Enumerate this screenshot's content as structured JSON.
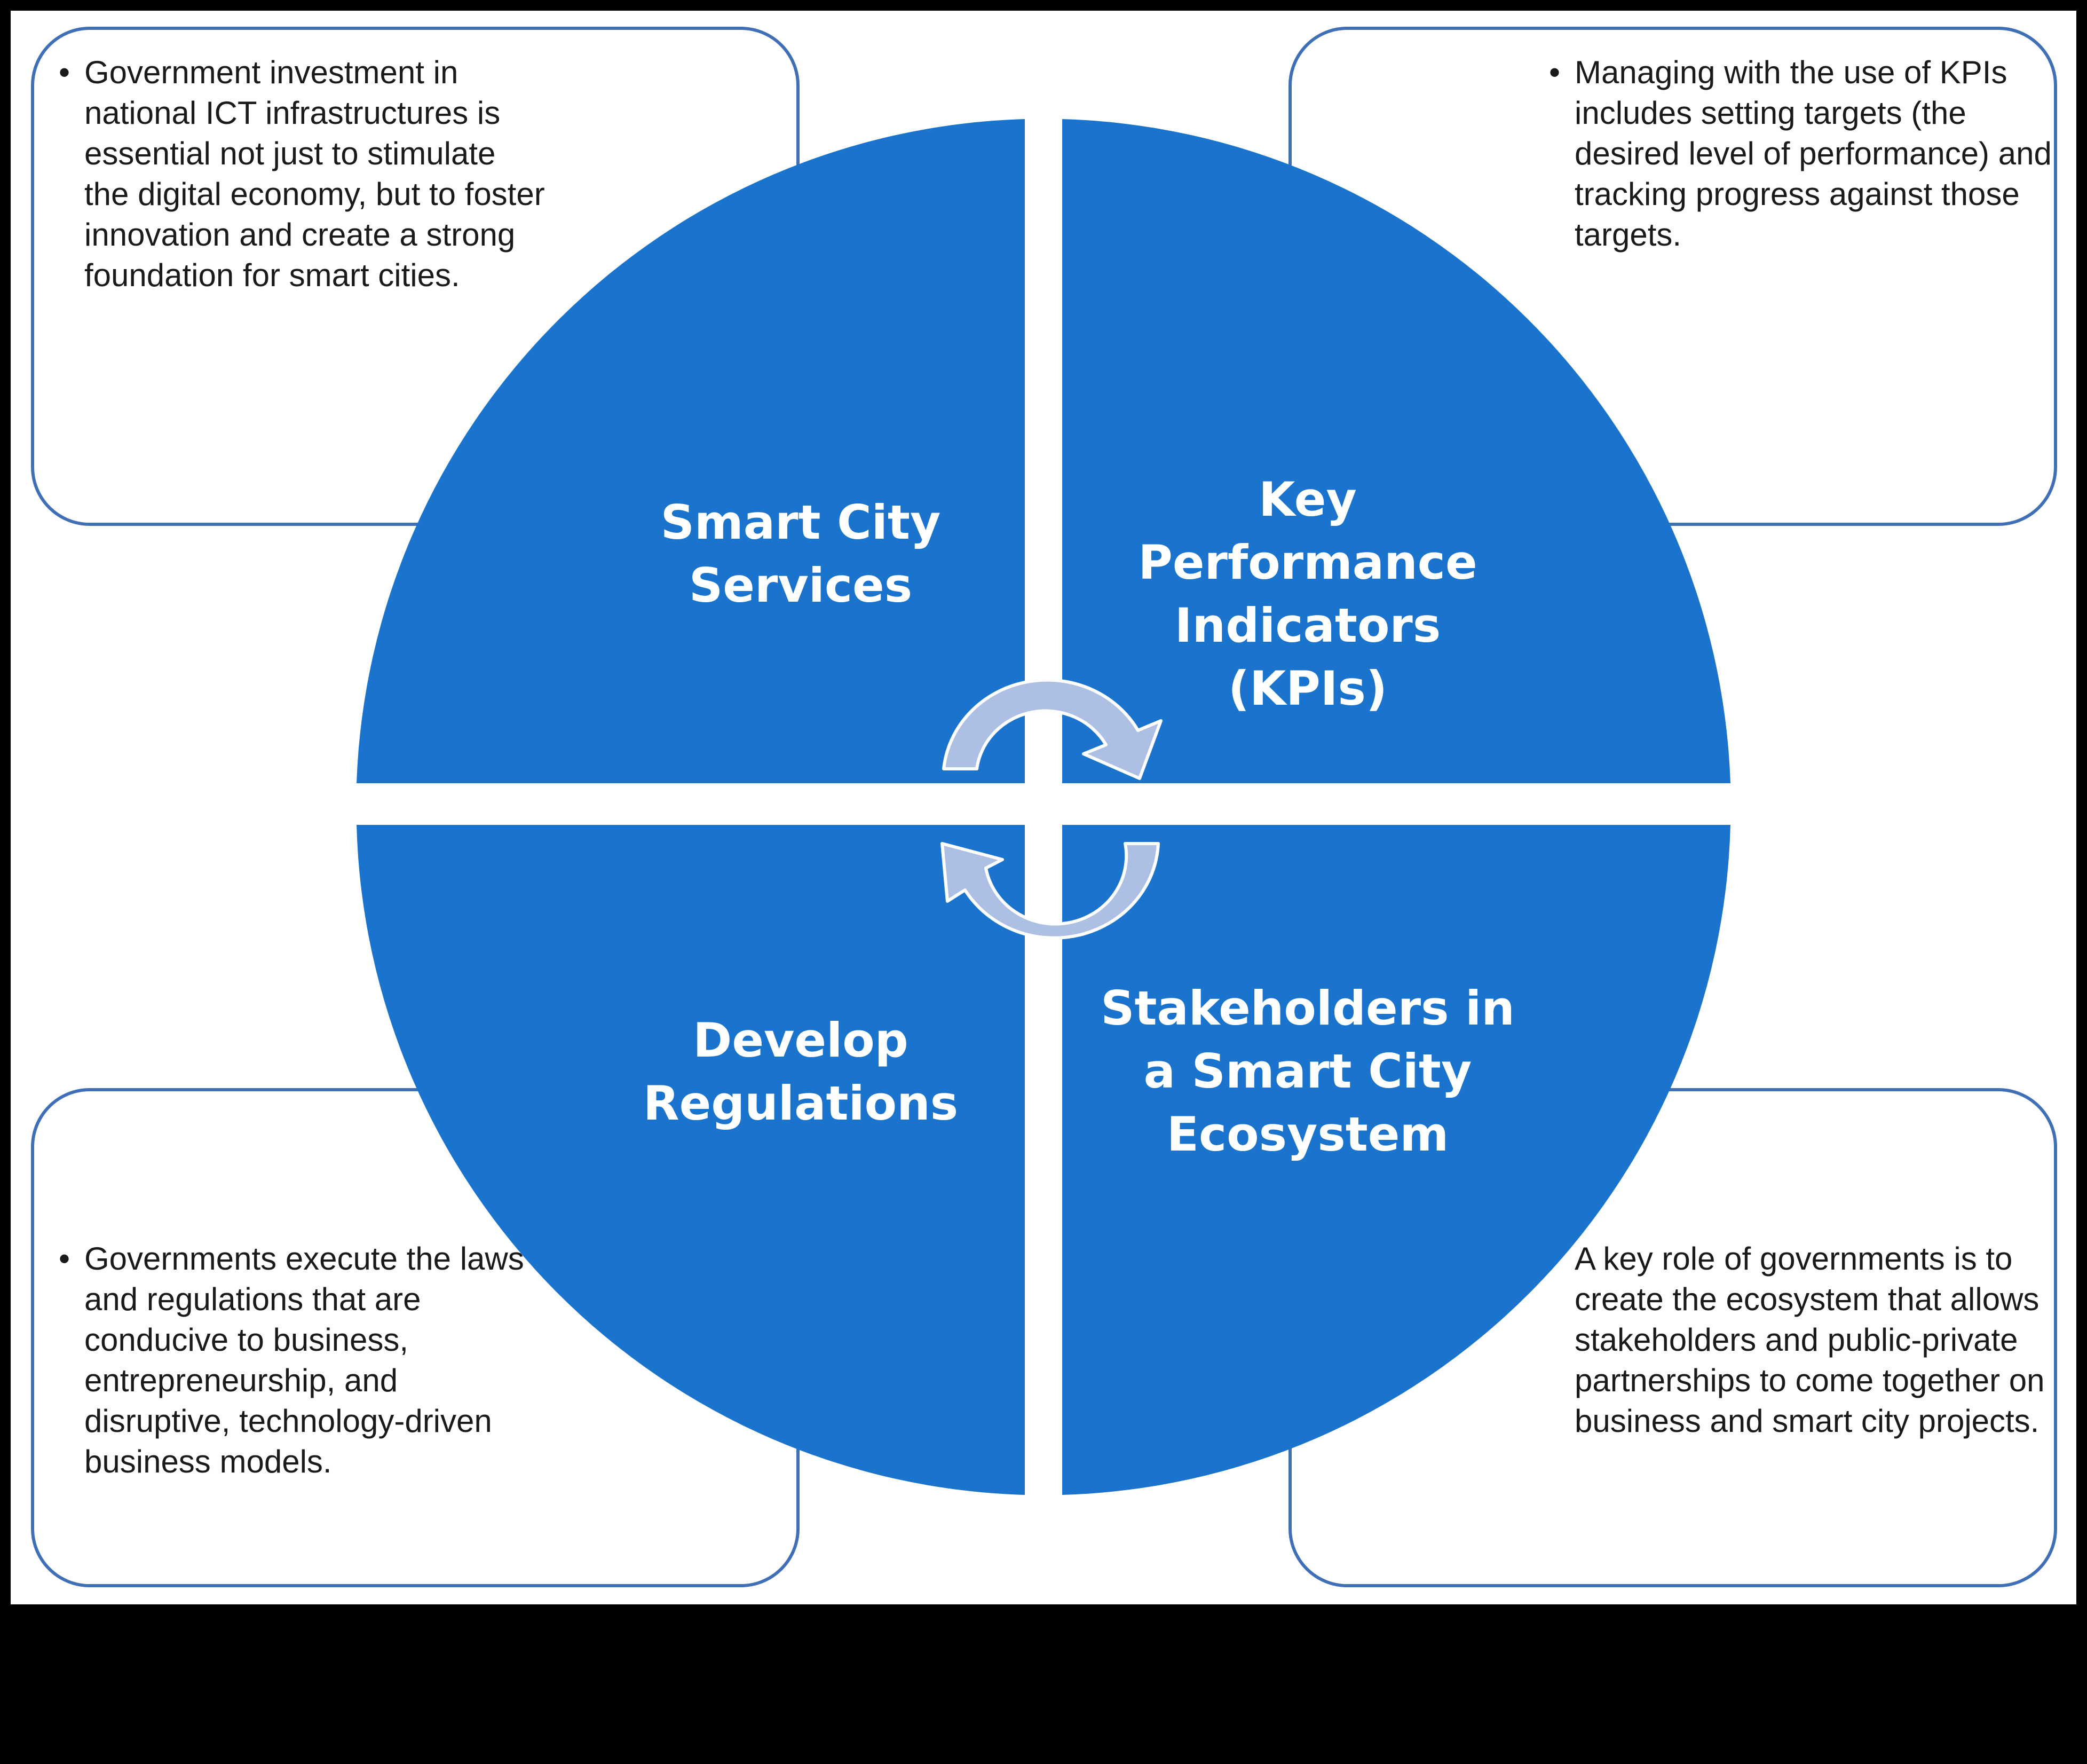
{
  "diagram": {
    "colors": {
      "quadrant_fill": "#1a73cc",
      "callout_border": "#3f6fb6",
      "arrow_fill": "#aebfe4",
      "arrow_stroke": "#ffffff",
      "label_text": "#ffffff",
      "note_text": "#1a1a1a",
      "canvas_bg": "#ffffff",
      "frame_bg": "#000000"
    },
    "quadrants": {
      "top_left": {
        "label": "Smart City Services"
      },
      "top_right": {
        "label": "Key Performance Indicators (KPIs)"
      },
      "bottom_left": {
        "label": "Develop Regulations"
      },
      "bottom_right": {
        "label": "Stakeholders in a Smart City Ecosystem"
      }
    },
    "notes": {
      "top_left": {
        "bullet": "•",
        "text": "Government investment in national ICT infrastructures is essential not just to stimulate the digital economy, but to foster innovation and create a strong foundation for smart cities."
      },
      "top_right": {
        "bullet": "•",
        "text": "Managing with the use of KPIs includes setting targets (the desired level of performance) and tracking progress against those targets."
      },
      "bottom_left": {
        "bullet": "•",
        "text": "Governments execute the laws and regulations that are conducive to business, entrepreneurship, and disruptive, technology-driven business models."
      },
      "bottom_right": {
        "bullet": "",
        "text": "A key role of governments is to create the ecosystem that allows stakeholders and public-private partnerships to come together on business and smart city projects."
      }
    },
    "cycle_arrows": [
      {
        "icon": "clockwise-arc-arrow-icon"
      },
      {
        "icon": "clockwise-arc-arrow-icon"
      }
    ]
  }
}
